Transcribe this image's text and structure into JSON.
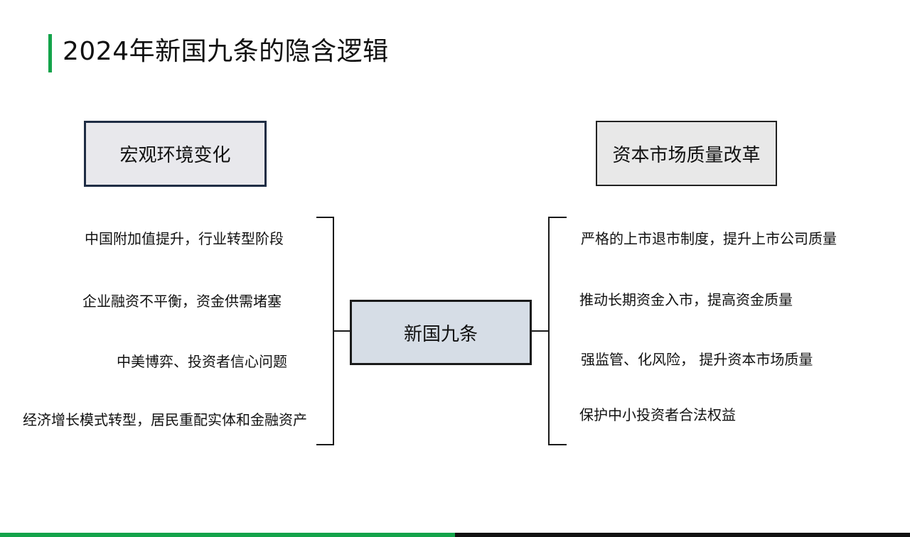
{
  "title": "2024年新国九条的隐含逻辑",
  "left_header": "宏观环境变化",
  "right_header": "资本市场质量改革",
  "center_node": "新国九条",
  "left_items": [
    "中国附加值提升，行业转型阶段",
    "企业融资不平衡，资金供需堵塞",
    "中美博弈、投资者信心问题",
    "经济增长模式转型，居民重配实体和金融资产"
  ],
  "right_items": [
    "严格的上市退市制度，提升上市公司质量",
    "推动长期资金入市，提高资金质量",
    "强监管、化风险， 提升资本市场质量",
    "保护中小投资者合法权益"
  ],
  "colors": {
    "accent": "#13a34a",
    "dark": "#111111"
  }
}
